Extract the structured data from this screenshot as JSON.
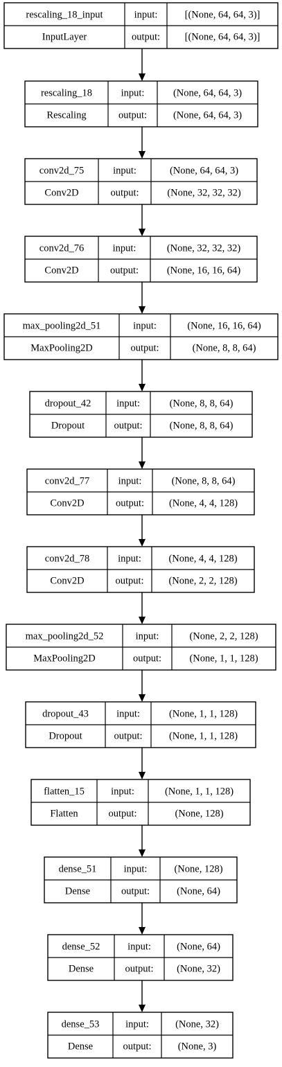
{
  "io": {
    "input_label": "input:",
    "output_label": "output:"
  },
  "colors": {
    "stroke": "#000000",
    "background": "#ffffff"
  },
  "layers": [
    {
      "name": "rescaling_18_input",
      "type": "InputLayer",
      "input": "[(None, 64, 64, 3)]",
      "output": "[(None, 64, 64, 3)]"
    },
    {
      "name": "rescaling_18",
      "type": "Rescaling",
      "input": "(None, 64, 64, 3)",
      "output": "(None, 64, 64, 3)"
    },
    {
      "name": "conv2d_75",
      "type": "Conv2D",
      "input": "(None, 64, 64, 3)",
      "output": "(None, 32, 32, 32)"
    },
    {
      "name": "conv2d_76",
      "type": "Conv2D",
      "input": "(None, 32, 32, 32)",
      "output": "(None, 16, 16, 64)"
    },
    {
      "name": "max_pooling2d_51",
      "type": "MaxPooling2D",
      "input": "(None, 16, 16, 64)",
      "output": "(None, 8, 8, 64)"
    },
    {
      "name": "dropout_42",
      "type": "Dropout",
      "input": "(None, 8, 8, 64)",
      "output": "(None, 8, 8, 64)"
    },
    {
      "name": "conv2d_77",
      "type": "Conv2D",
      "input": "(None, 8, 8, 64)",
      "output": "(None, 4, 4, 128)"
    },
    {
      "name": "conv2d_78",
      "type": "Conv2D",
      "input": "(None, 4, 4, 128)",
      "output": "(None, 2, 2, 128)"
    },
    {
      "name": "max_pooling2d_52",
      "type": "MaxPooling2D",
      "input": "(None, 2, 2, 128)",
      "output": "(None, 1, 1, 128)"
    },
    {
      "name": "dropout_43",
      "type": "Dropout",
      "input": "(None, 1, 1, 128)",
      "output": "(None, 1, 1, 128)"
    },
    {
      "name": "flatten_15",
      "type": "Flatten",
      "input": "(None, 1, 1, 128)",
      "output": "(None, 128)"
    },
    {
      "name": "dense_51",
      "type": "Dense",
      "input": "(None, 128)",
      "output": "(None, 64)"
    },
    {
      "name": "dense_52",
      "type": "Dense",
      "input": "(None, 64)",
      "output": "(None, 32)"
    },
    {
      "name": "dense_53",
      "type": "Dense",
      "input": "(None, 32)",
      "output": "(None, 3)"
    }
  ]
}
